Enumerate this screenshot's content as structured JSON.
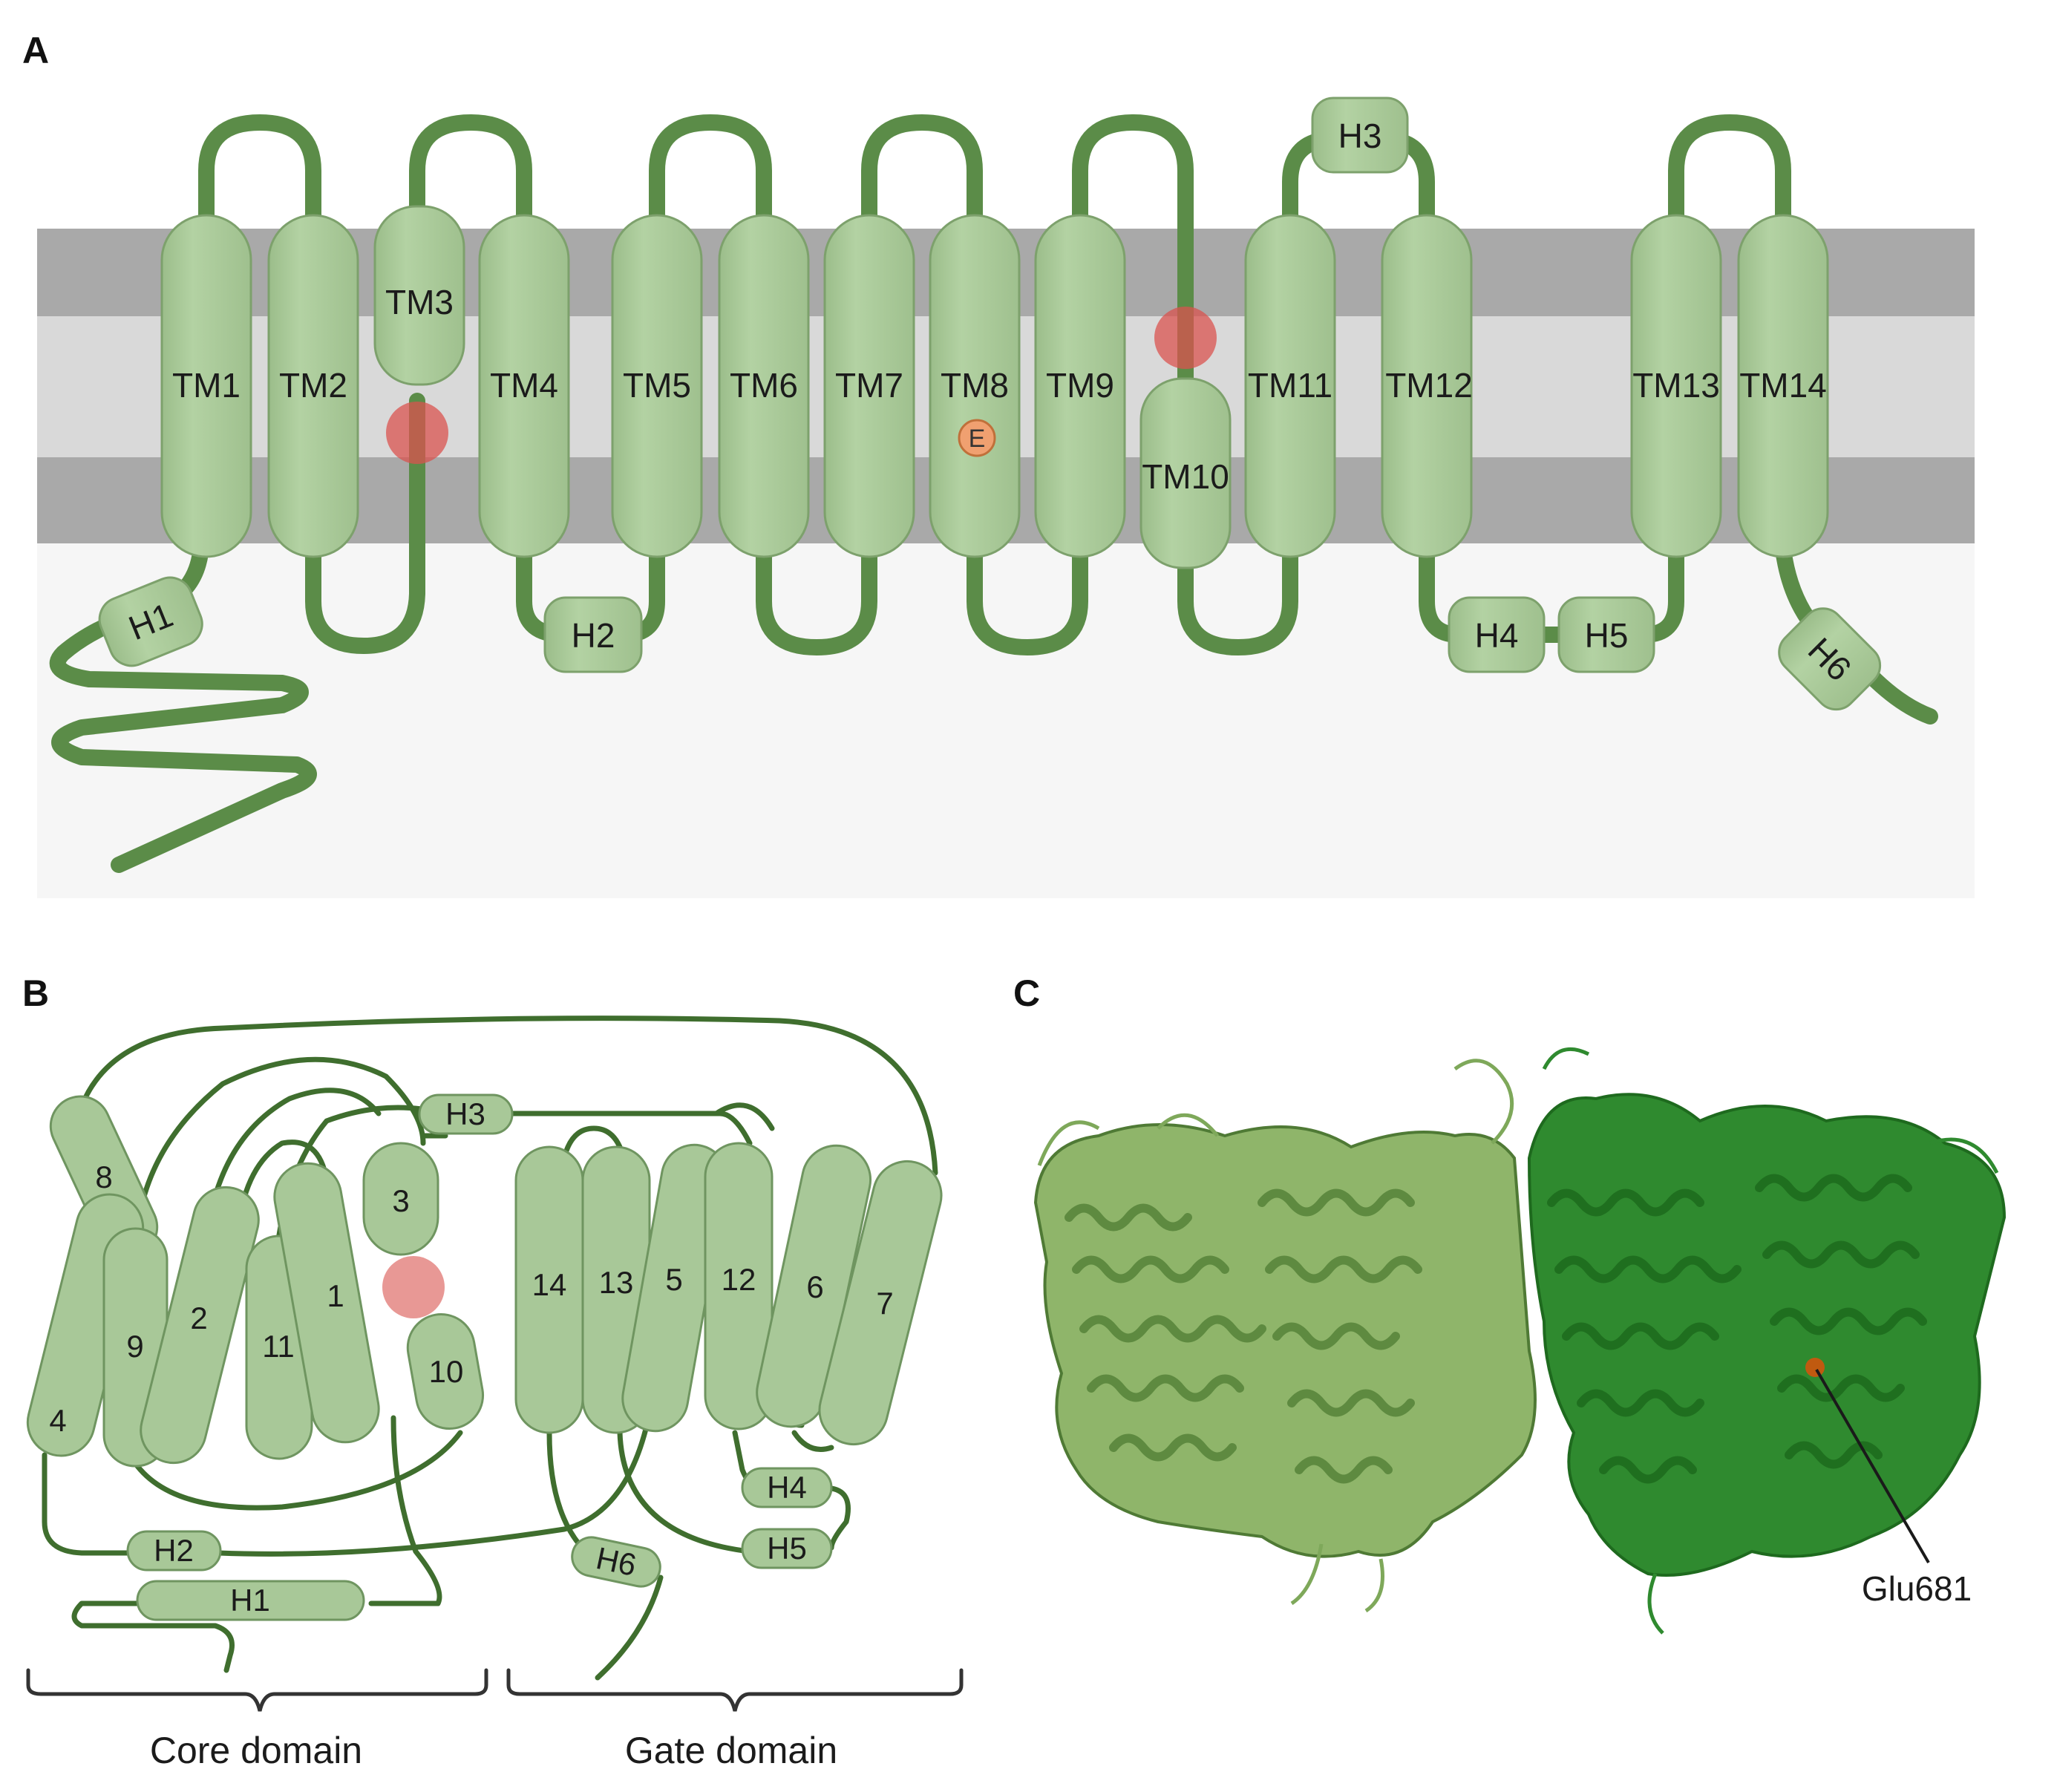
{
  "panels": {
    "a": "A",
    "b": "B",
    "c": "C"
  },
  "panel_a": {
    "tm_labels": [
      "TM1",
      "TM2",
      "TM3",
      "TM4",
      "TM5",
      "TM6",
      "TM7",
      "TM8",
      "TM9",
      "TM10",
      "TM11",
      "TM12",
      "TM13",
      "TM14"
    ],
    "helix_labels": [
      "H1",
      "H2",
      "H3",
      "H4",
      "H5",
      "H6"
    ],
    "residue_marker": "E"
  },
  "panel_b": {
    "helix_numbers": [
      "1",
      "2",
      "3",
      "4",
      "5",
      "6",
      "7",
      "8",
      "9",
      "10",
      "11",
      "12",
      "13",
      "14"
    ],
    "short_helices": [
      "H1",
      "H2",
      "H3",
      "H4",
      "H5",
      "H6"
    ],
    "domains": {
      "core": "Core domain",
      "gate": "Gate domain"
    }
  },
  "panel_c": {
    "residue_label": "Glu681"
  },
  "colors": {
    "helix_fill": "#a8c898",
    "helix_stroke": "#7da16c",
    "loop": "#5b8c48",
    "loop_dark": "#3f6e2e",
    "membrane_dark": "#a9a9a9",
    "membrane_light": "#d9d9d9",
    "background_lower": "#f6f6f6",
    "crossover_red": "#d9534f",
    "glutamate": "#f0a070",
    "protein_light": "#8fb56a",
    "protein_dark": "#2f8a2f"
  }
}
